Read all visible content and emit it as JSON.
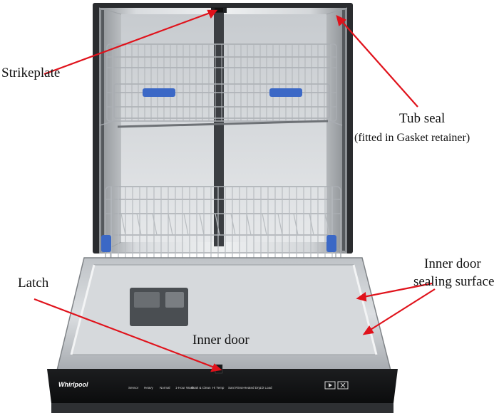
{
  "figure": {
    "labels": {
      "strikeplate": "Strikeplate",
      "tub_seal": "Tub seal",
      "tub_seal_note": "(fitted in Gasket retainer)",
      "inner_door_sealing_1": "Inner door",
      "inner_door_sealing_2": "sealing surface",
      "latch": "Latch",
      "inner_door": "Inner door"
    },
    "control_panel": {
      "brand": "Whirlpool",
      "buttons": [
        "Sensor",
        "Heavy",
        "Normal",
        "1-Hour Wash",
        "Soak & Clean",
        "",
        "Hi Temp",
        "Sani Rinse",
        "Heated Dry",
        "1/2 Load",
        "",
        "Start",
        "Cancel"
      ]
    },
    "colors": {
      "arrow": "#e0121b",
      "tub": "#cfd2d5",
      "frame": "#2a2c2f",
      "rack": "#b9bcc0",
      "clip": "#3b68c6"
    }
  }
}
